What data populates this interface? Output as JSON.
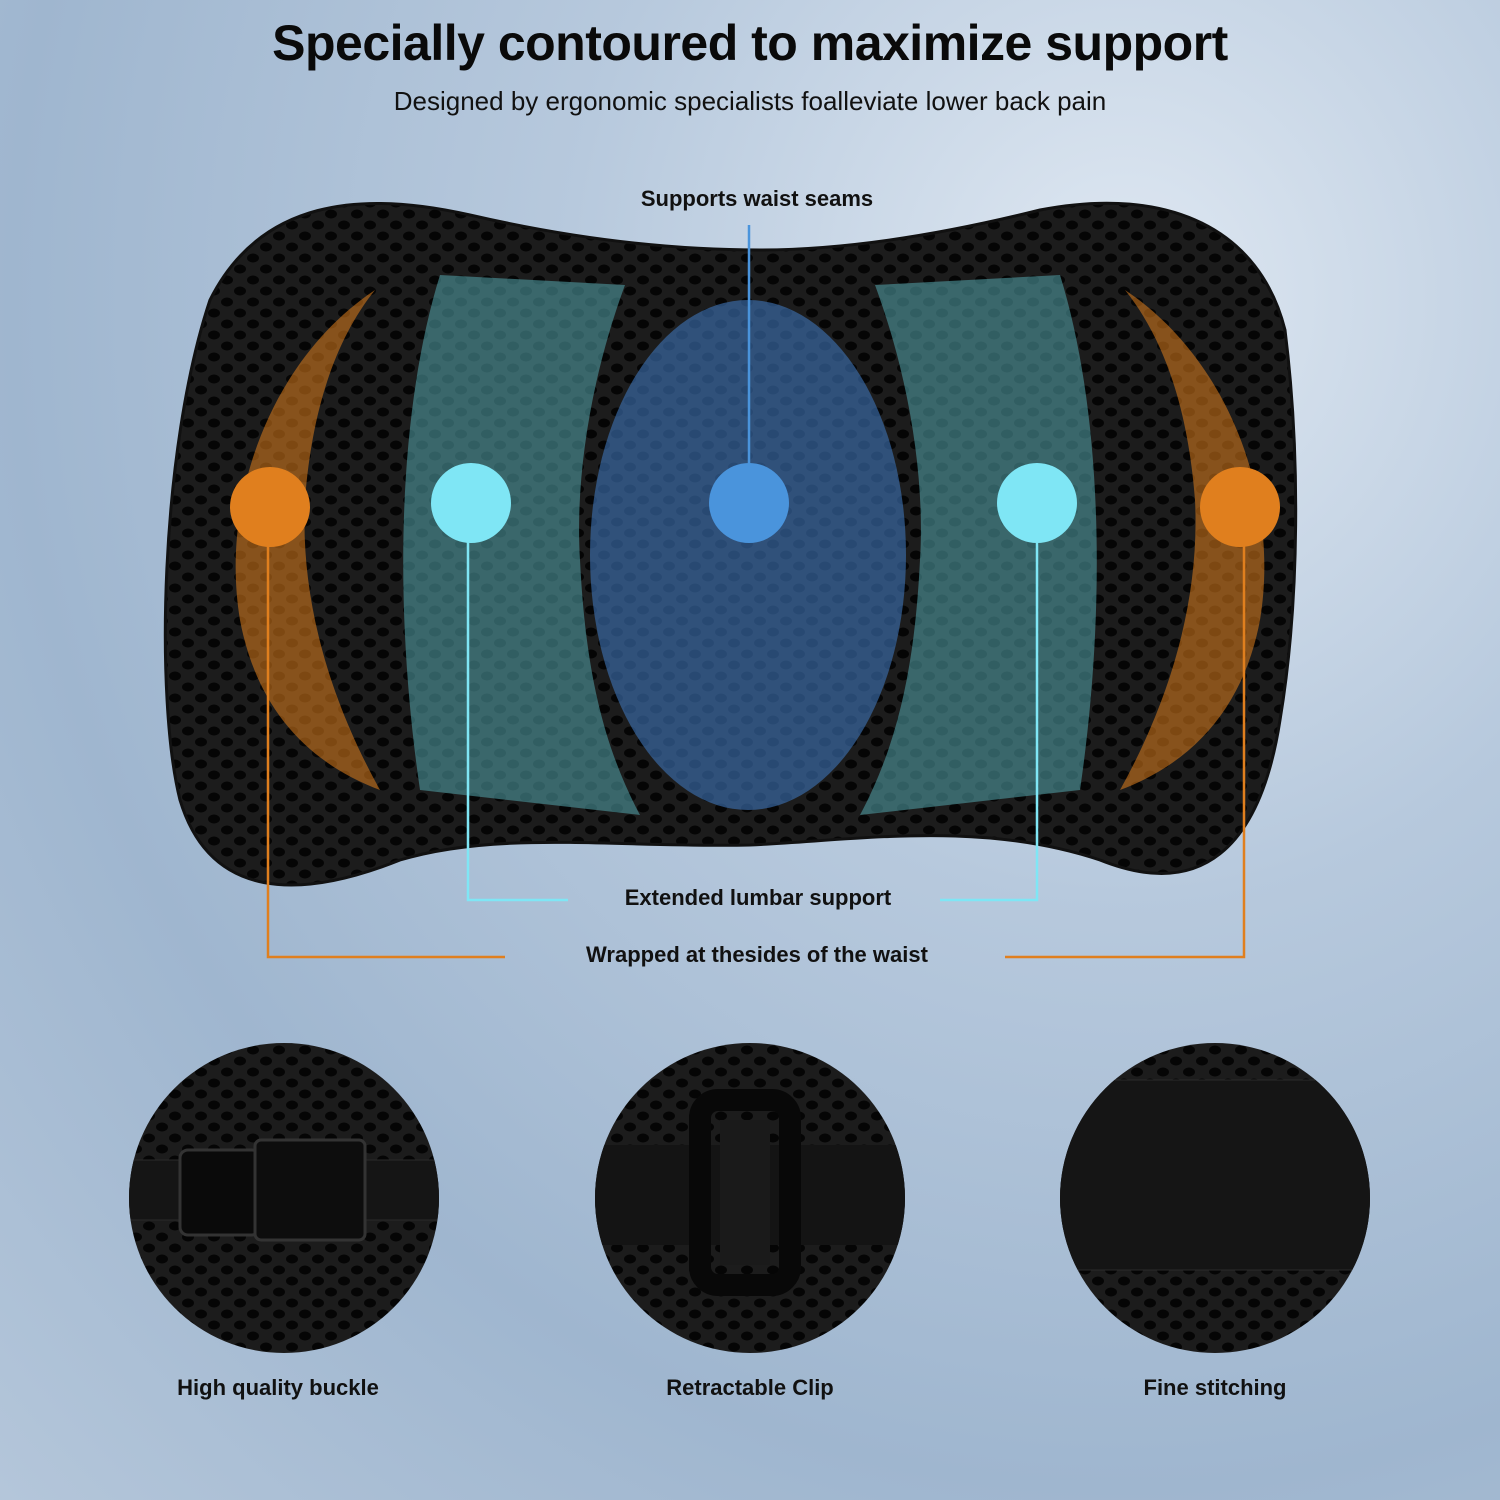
{
  "title": "Specially contoured to maximize support",
  "subtitle": "Designed by ergonomic specialists foalleviate lower back pain",
  "callouts": {
    "center": "Supports waist seams",
    "middle": "Extended lumbar support",
    "sides": "Wrapped at thesides of the waist"
  },
  "colors": {
    "orange": "#e07f1e",
    "cyan": "#7fe6f5",
    "blue": "#4a94dc",
    "teal": "#3f7f85"
  },
  "details": [
    {
      "label": "High quality buckle",
      "icon": "buckle-icon"
    },
    {
      "label": "Retractable Clip",
      "icon": "clip-icon"
    },
    {
      "label": "Fine stitching",
      "icon": "stitching-icon"
    }
  ]
}
